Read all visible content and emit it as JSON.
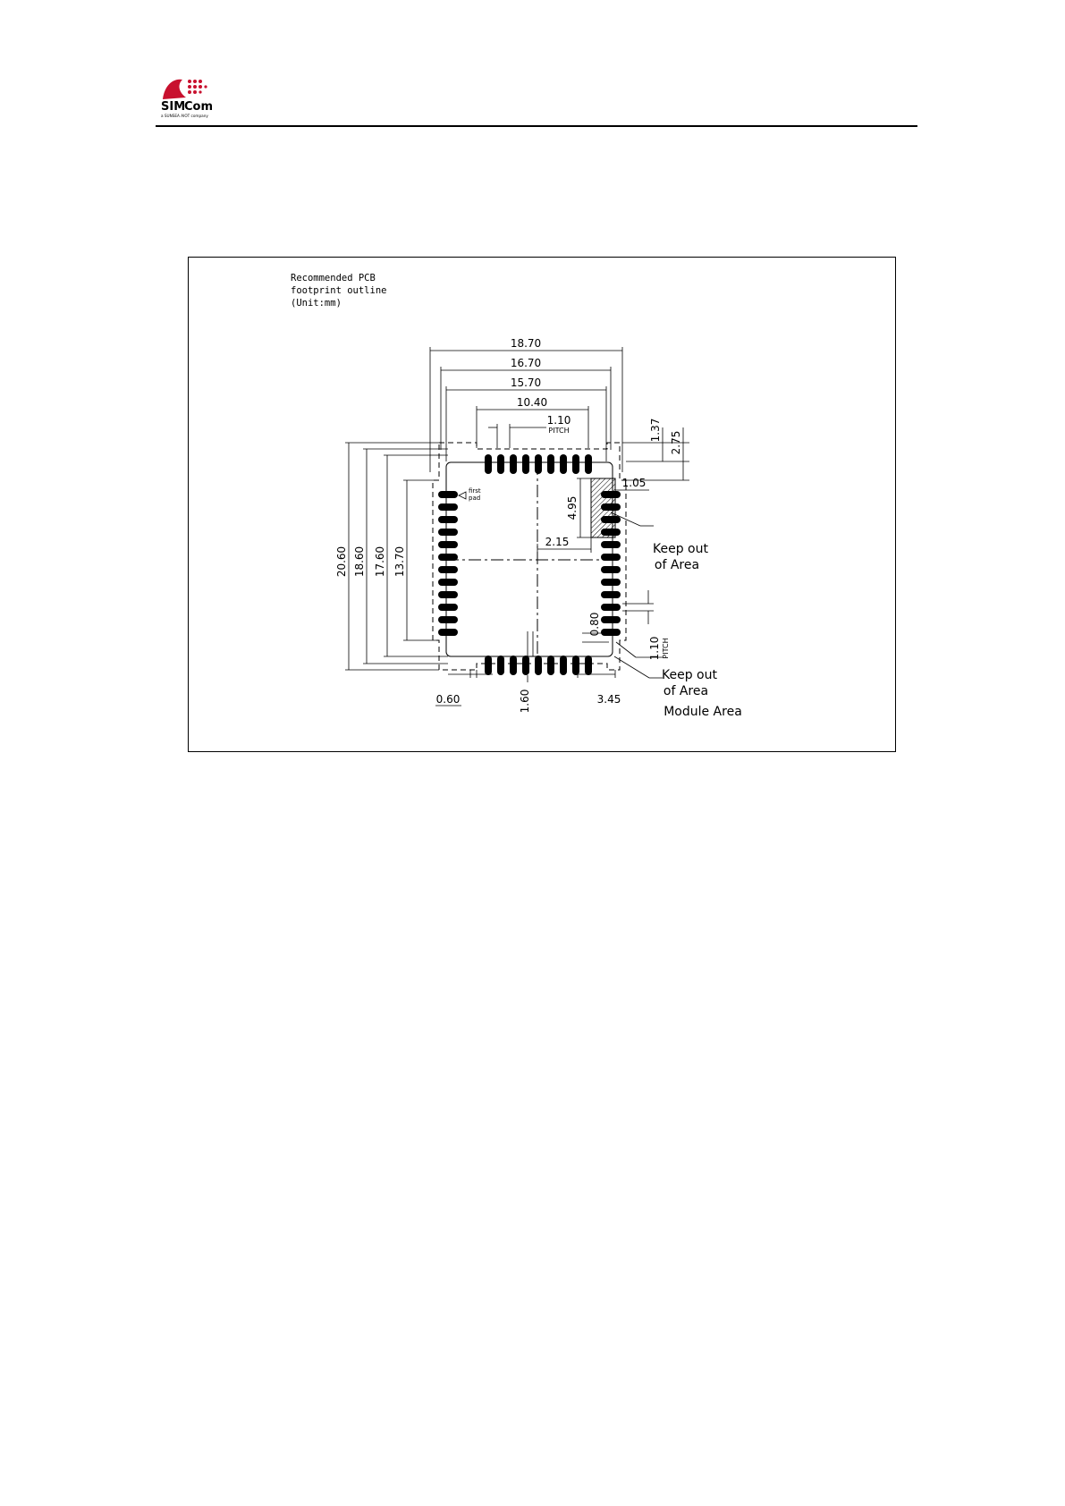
{
  "header": {
    "brand_line1": "SIM",
    "brand_line2": "Com",
    "brand_tagline": "a SUNSEA AIOT company"
  },
  "drawing": {
    "note_lines": [
      "Recommended PCB",
      "footprint outline",
      "(Unit:mm)"
    ],
    "dimensions": {
      "w_18_70": "18.70",
      "w_16_70": "16.70",
      "w_15_70": "15.70",
      "w_10_40": "10.40",
      "pitch_top": "1.10",
      "pitch_top_label": "PITCH",
      "d_1_37": "1.37",
      "d_2_75": "2.75",
      "d_4_95": "4.95",
      "d_1_05": "1.05",
      "d_2_15": "2.15",
      "d_0_80": "0.80",
      "pitch_right": "1.10",
      "pitch_right_label": "PITCH",
      "h_20_60": "20.60",
      "h_18_60": "18.60",
      "h_17_60": "17.60",
      "h_13_70": "13.70",
      "d_0_60": "0.60",
      "d_1_60": "1.60",
      "d_3_45": "3.45"
    },
    "labels": {
      "first_pad_1": "first",
      "first_pad_2": "pad",
      "keepout_1a": "Keep out",
      "keepout_1b": "of Area",
      "keepout_2a": "Keep out",
      "keepout_2b": "of Area",
      "module_area": "Module Area"
    }
  }
}
